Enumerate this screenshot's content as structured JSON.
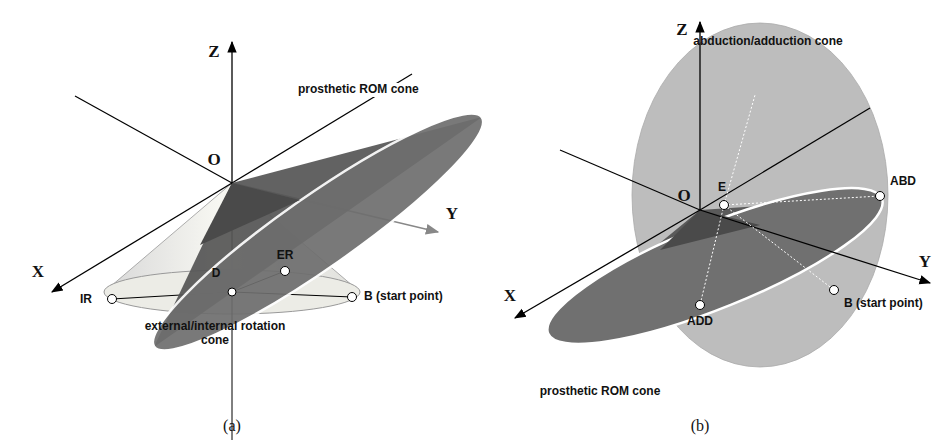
{
  "diagram": {
    "labels": [
      "Z",
      "O",
      "X",
      "Y",
      "prosthetic ROM cone",
      "ER",
      "D",
      "IR",
      "B (start point)",
      "external/internal rotation cone",
      "(a)",
      "Z",
      "abduction/adduction cone",
      "E",
      "O",
      "ABD",
      "X",
      "Y",
      "B (start point)",
      "prosthetic ROM cone",
      "ADD",
      "(b)"
    ]
  }
}
